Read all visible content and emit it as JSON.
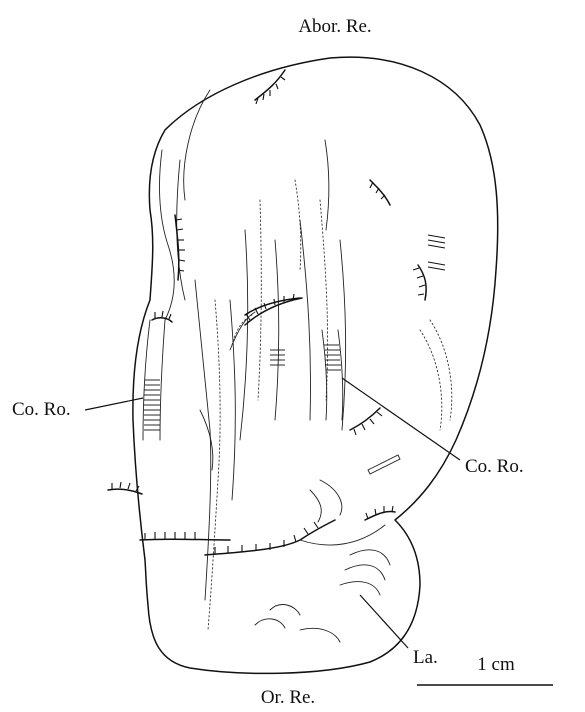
{
  "figure": {
    "labels": {
      "aboral_region": "Abor. Re.",
      "oral_region": "Or. Re.",
      "connective_rod_left": "Co. Ro.",
      "connective_rod_right": "Co. Ro.",
      "lappet": "La."
    },
    "scale_bar": {
      "label": "1 cm",
      "length_cm": 1
    }
  }
}
